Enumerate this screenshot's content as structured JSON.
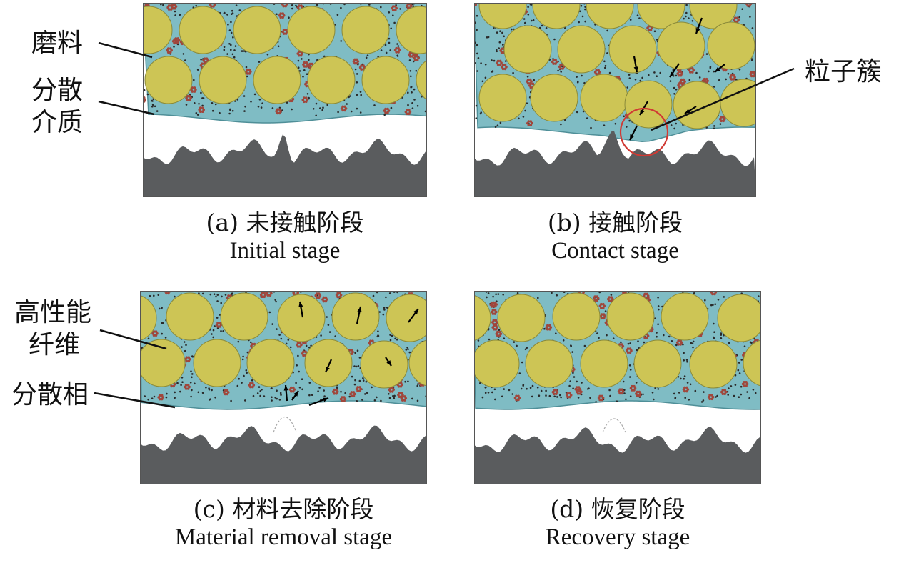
{
  "labels": {
    "abrasive": "磨料",
    "dispersion_medium_1": "分散",
    "dispersion_medium_2": "介质",
    "particle_cluster": "粒子簇",
    "high_perf_fiber_1": "高性能",
    "high_perf_fiber_2": "纤维",
    "dispersed_phase": "分散相"
  },
  "panels": [
    {
      "id": "a",
      "caption_cn": "(a) 未接触阶段",
      "caption_en": "Initial stage"
    },
    {
      "id": "b",
      "caption_cn": "(b) 接触阶段",
      "caption_en": "Contact stage"
    },
    {
      "id": "c",
      "caption_cn": "(c) 材料去除阶段",
      "caption_en": "Material removal stage"
    },
    {
      "id": "d",
      "caption_cn": "(d) 恢复阶段",
      "caption_en": "Recovery stage"
    }
  ],
  "colors": {
    "medium": "#7fbcc4",
    "particle": "#cdc555",
    "particle_edge": "#8a8a3a",
    "cluster": "#a0473c",
    "dot": "#2a2a2a",
    "workpiece": "#5a5c5e",
    "highlight": "#d03a34"
  }
}
